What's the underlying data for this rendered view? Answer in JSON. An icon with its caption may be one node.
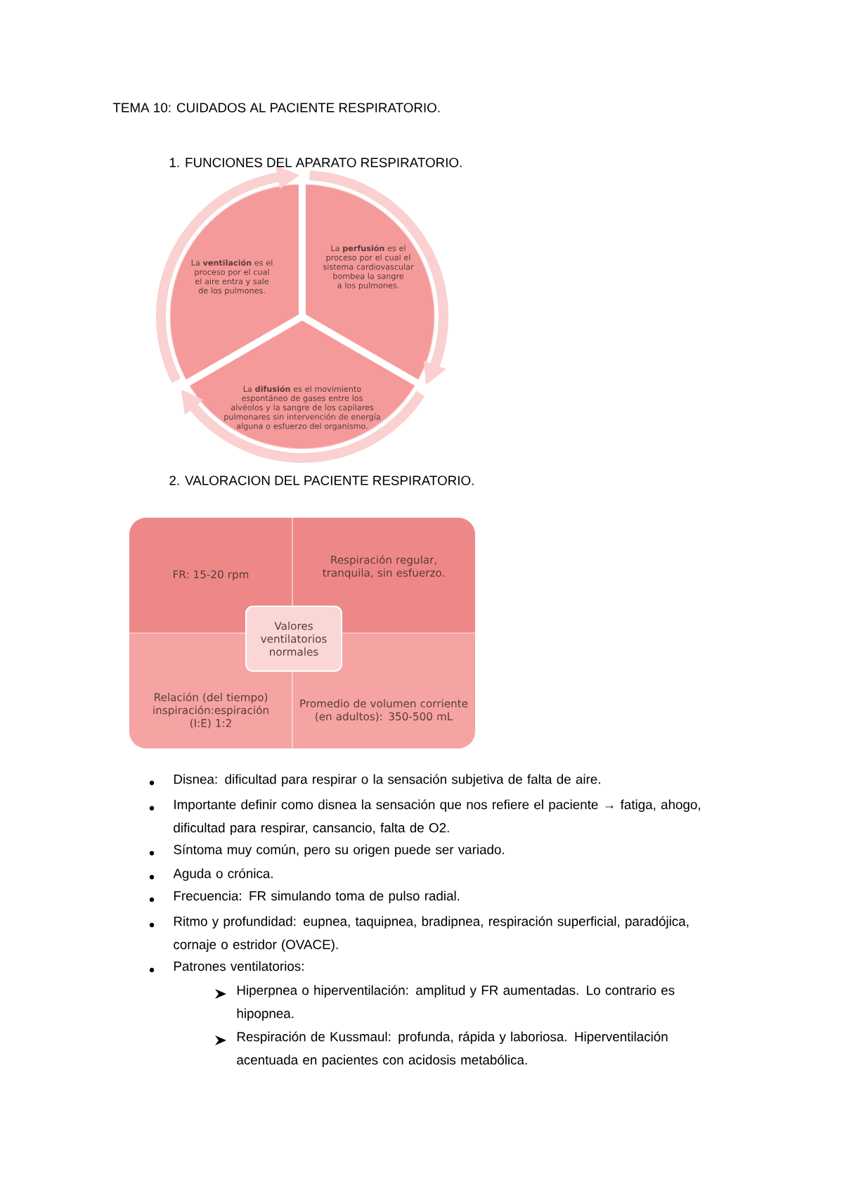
{
  "diagram": {
    "nodes": [
      {
        "text": [
          "La **ventilación** es el proceso por el cual el aire entra y sale de los pulmones."
        ]
      },
      {
        "text": [
          "La **perfusión** es el proceso por el cual el sistema cardiovascular bombea la sangre a los pulmones."
        ]
      },
      {
        "text": [
          "La **difusión** es el movimiento espontáneo de gases entre los alvéolos y la sangre de los capilares pulmonares sin intervención de energía alguna o esfuerzo del organismo."
        ]
      },
      {
        "text": [
          "FR: 15-20 rpm"
        ]
      },
      {
        "text": [
          "Respiración regular, tranquila, sin esfuerzo."
        ]
      },
      {
        "text": [
          "Relación (del tiempo) inspiración:espiración (I:E) 1:2"
        ]
      },
      {
        "text": [
          "Promedio de volumen corriente (en adultos): 350-500 mL"
        ]
      },
      {
        "text": [
          "Valores ventilatorios normales"
        ]
      }
    ],
    "labels": [
      "TEMA 10: CUIDADOS AL PACIENTE RESPIRATORIO.",
      "1. FUNCIONES DEL APARATO RESPIRATORIO.",
      "2. VALORACION DEL PACIENTE RESPIRATORIO.",
      "Disnea: dificultad para respirar o la sensación subjetiva de falta de aire.",
      "Importante definir como disnea la sensación que nos refiere el paciente → fatiga, ahogo, dificultad para respirar, cansancio, falta de O2.",
      "Síntoma muy común, pero su origen puede ser variado.",
      "Aguda o crónica.",
      "Frecuencia: FR simulando toma de pulso radial.",
      "Ritmo y profundidad: eupnea, taquipnea, bradipnea, respiración superficial, paradójica, cornaje o estridor (OVACE).",
      "Patrones ventilatorios:",
      "Hiperpnea o hiperventilación: amplitud y FR aumentadas. Lo contrario es hipopnea.",
      "Respiración de Kussmaul: profunda, rápida y laboriosa. Hiperventilación acentuada en pacientes con acidosis metabólica."
    ]
  }
}
